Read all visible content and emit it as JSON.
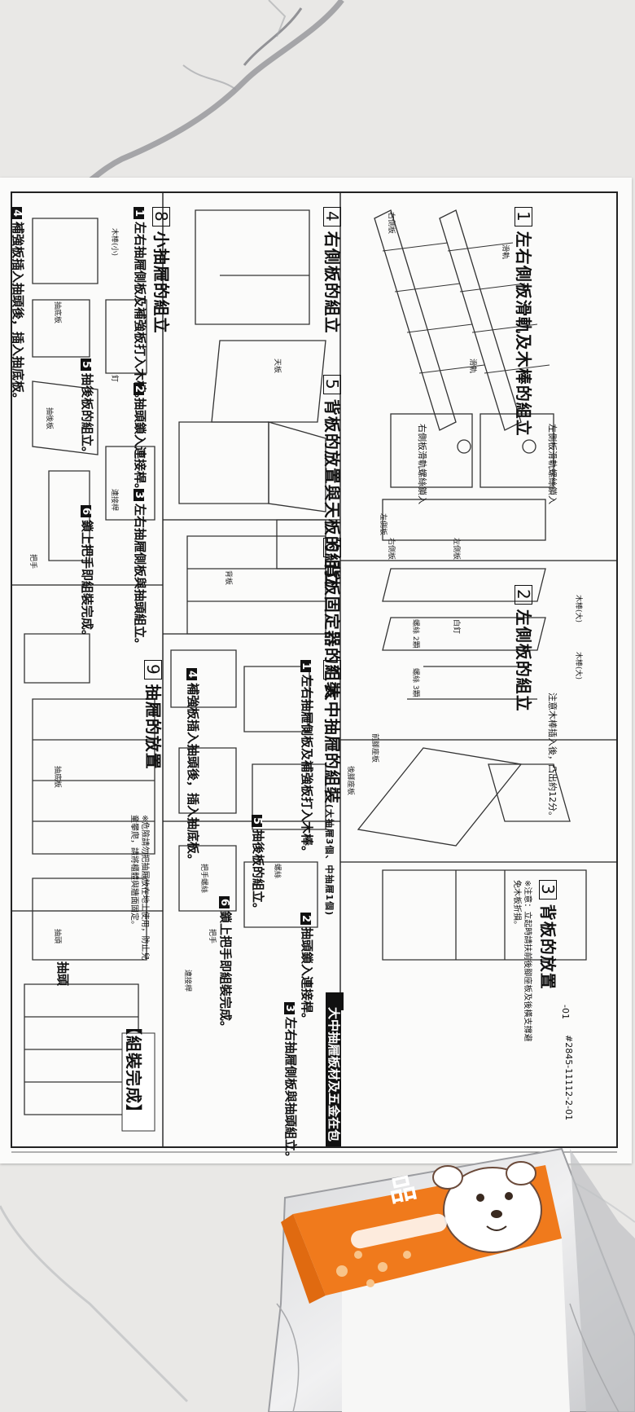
{
  "sheet": {
    "doc_code": "#2845-11112-2-01",
    "footer_code": "-01",
    "sections": [
      {
        "num": "1",
        "title": "左右側板滑軌及木棒的組立"
      },
      {
        "num": "2",
        "title": "左側板的組立"
      },
      {
        "num": "3",
        "title": "背板的放置"
      },
      {
        "num": "4",
        "title": "右側板的組立"
      },
      {
        "num": "5",
        "title": "背板的放置與天板的組立"
      },
      {
        "num": "6",
        "title": "背板固定器的組裝"
      },
      {
        "num": "7",
        "title": "大中抽屜的組裝"
      },
      {
        "num": "8",
        "title": "小抽屜的組立"
      },
      {
        "num": "9",
        "title": "抽屜的放置"
      }
    ],
    "banner_7": "大中抽屜板材及五金在包",
    "banner_7_sub": "(大抽屜3個、中抽屜1個)",
    "completion": "【組裝完成】",
    "subtitle_rail": "左側板滑軌螺絲鎖入",
    "subtitle_rail_right": "右側板滑軌螺絲鎖入",
    "note_3": "※注意：立起時請扶前後腳座板及後橫支撐避免木板折損。",
    "note_2": "注意木棒插入後，凸出約12分。",
    "steps_8": [
      {
        "n": "1",
        "text": "左右抽屜側板及補強板打入木棒。"
      },
      {
        "n": "2",
        "text": "抽頭鎖入連接桿。"
      },
      {
        "n": "3",
        "text": "左右抽屜側板與抽頭組立。"
      },
      {
        "n": "4",
        "text": "補強板插入抽頭後，插入抽底板。"
      },
      {
        "n": "5",
        "text": "抽後板的組立。"
      },
      {
        "n": "6",
        "text": "鎖上把手即組裝完成。"
      }
    ],
    "steps_7": [
      {
        "n": "1",
        "text": "左右抽屜側板及補強板打入木棒。"
      },
      {
        "n": "2",
        "text": "抽頭鎖入連接桿。"
      },
      {
        "n": "3",
        "text": "左右抽屜側板與抽頭組立。"
      },
      {
        "n": "4",
        "text": "補強板插入抽頭後，插入抽底板。"
      },
      {
        "n": "5",
        "text": "抽後板的組立。"
      },
      {
        "n": "6",
        "text": "鎖上把手即組裝完成。"
      }
    ],
    "parts": {
      "rail": "滑軌",
      "left_panel": "左側板",
      "right_panel": "右側板",
      "top_panel": "天板",
      "back_panel": "背板",
      "screw": "螺絲",
      "wood_dowel_L": "木棒(大)",
      "wood_dowel_S": "木棒(小)",
      "connector": "連接桿",
      "handle": "把手",
      "handle_screw": "把手螺絲",
      "drawer_bottom": "抽底板",
      "drawer_back": "抽後板",
      "front_board": "前腳座板",
      "rear_board": "後腳座板",
      "white_nail": "白釘",
      "small_nail": "釘",
      "knob": "抽頭",
      "screws_2": "螺絲 2顆",
      "screws_3": "螺絲 3顆"
    },
    "drawer_label": "抽頭",
    "tiny_note": "※危險請勿把抽屜放在地上使用，防止兒童攀爬，請將櫃體與牆面固定。"
  },
  "bag": {
    "brand_badge": "品"
  },
  "colors": {
    "bag_orange": "#f07a1c",
    "paper": "#fbfbfa",
    "ink": "#111111",
    "marble": "#e9e8e6"
  }
}
